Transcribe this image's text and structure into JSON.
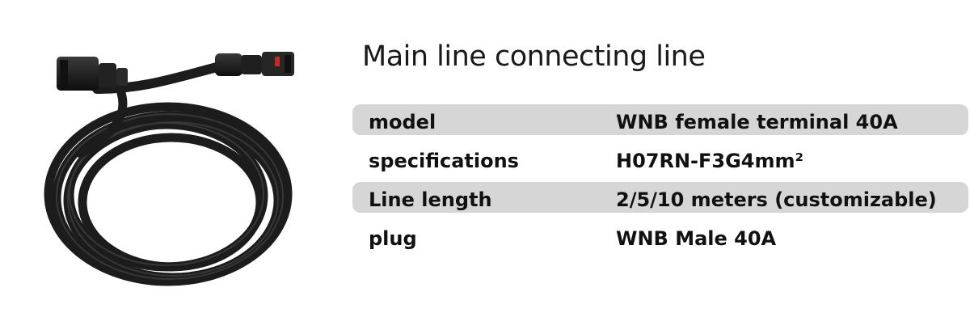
{
  "title": "Main line connecting line",
  "product_image": {
    "description_icon": "black-coiled-cable-with-connectors"
  },
  "colors": {
    "row_shade": "#d6d6d6",
    "text": "#111111",
    "cable": "#1c1c1c"
  },
  "specs": [
    {
      "label": "model",
      "value": "WNB female terminal 40A"
    },
    {
      "label": "specifications",
      "value": "H07RN-F3G4mm²"
    },
    {
      "label": "Line length",
      "value": "2/5/10 meters (customizable)"
    },
    {
      "label": "plug",
      "value": "WNB Male 40A"
    }
  ]
}
